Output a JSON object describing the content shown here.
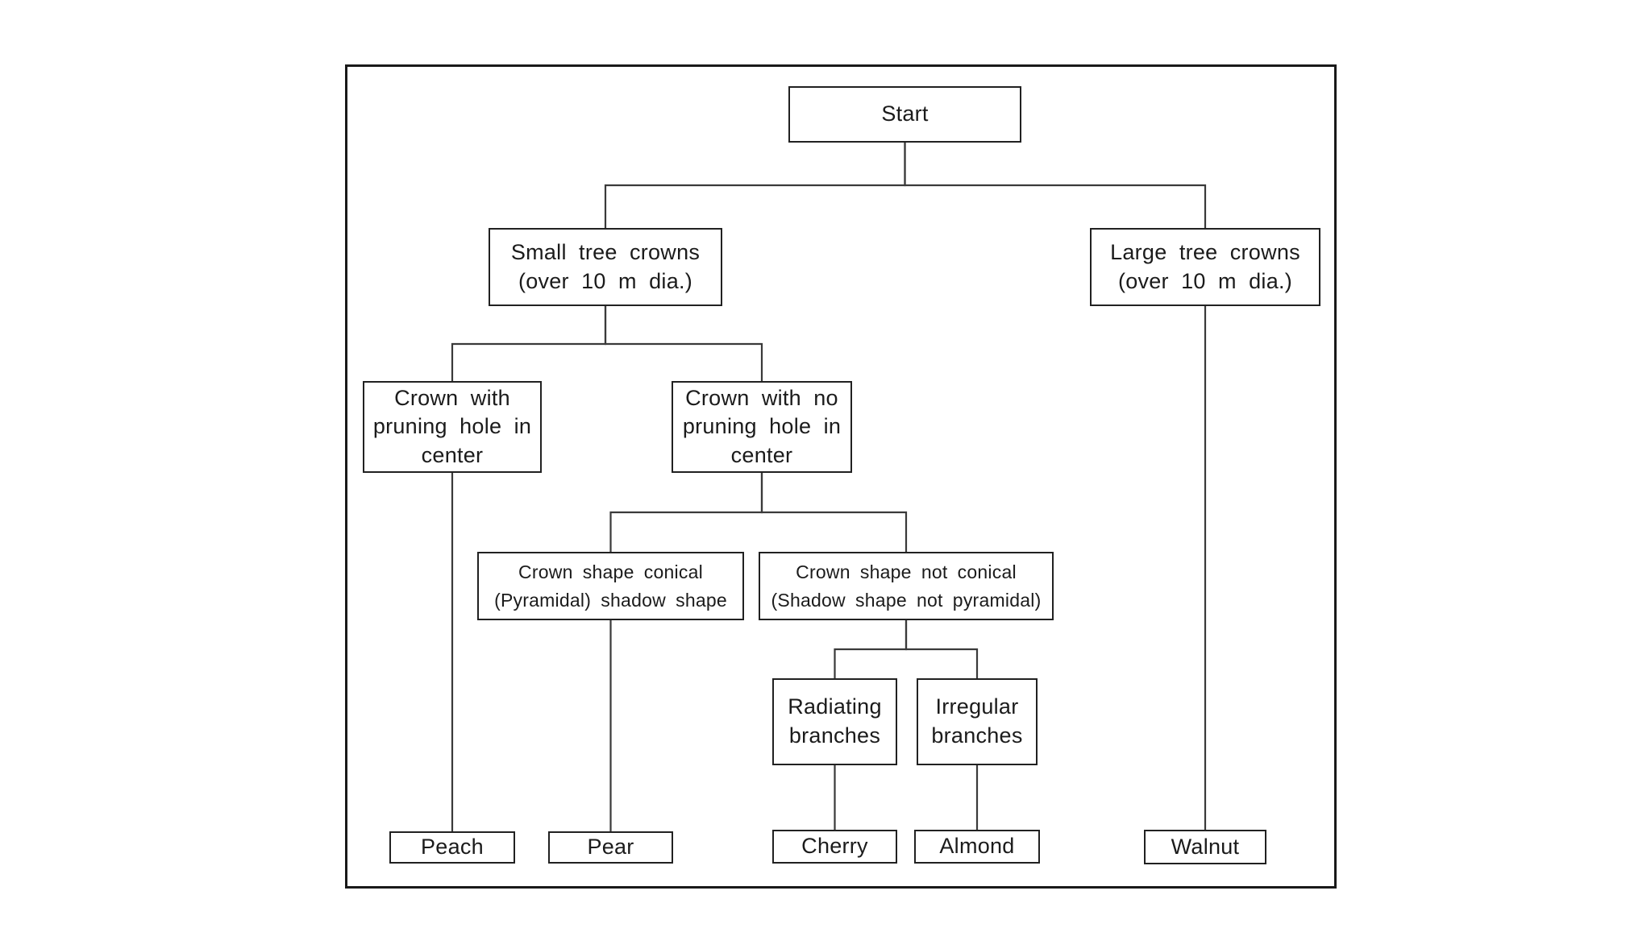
{
  "colors": {
    "ink": "#1b1b1b",
    "line": "#3a3a3a",
    "box_border": "#212121",
    "background": "#ffffff"
  },
  "diagram": {
    "type": "flowchart",
    "nodes": {
      "start": {
        "label": "Start"
      },
      "small_crowns": {
        "label": "Small tree crowns\n(over 10 m dia.)"
      },
      "large_crowns": {
        "label": "Large tree crowns\n(over 10 m dia.)"
      },
      "crown_hole": {
        "label": "Crown with\npruning hole in\ncenter"
      },
      "crown_no_hole": {
        "label": "Crown with no\npruning hole in\ncenter"
      },
      "conical": {
        "label": "Crown shape conical\n(Pyramidal) shadow shape"
      },
      "not_conical": {
        "label": "Crown shape not conical\n(Shadow shape not pyramidal)"
      },
      "radiating": {
        "label": "Radiating\nbranches"
      },
      "irregular": {
        "label": "Irregular\nbranches"
      },
      "peach": {
        "label": "Peach"
      },
      "pear": {
        "label": "Pear"
      },
      "cherry": {
        "label": "Cherry"
      },
      "almond": {
        "label": "Almond"
      },
      "walnut": {
        "label": "Walnut"
      }
    },
    "edges": [
      {
        "from": "start",
        "to": "small_crowns"
      },
      {
        "from": "start",
        "to": "large_crowns"
      },
      {
        "from": "small_crowns",
        "to": "crown_hole"
      },
      {
        "from": "small_crowns",
        "to": "crown_no_hole"
      },
      {
        "from": "crown_hole",
        "to": "peach"
      },
      {
        "from": "crown_no_hole",
        "to": "conical"
      },
      {
        "from": "crown_no_hole",
        "to": "not_conical"
      },
      {
        "from": "conical",
        "to": "pear"
      },
      {
        "from": "not_conical",
        "to": "radiating"
      },
      {
        "from": "not_conical",
        "to": "irregular"
      },
      {
        "from": "radiating",
        "to": "cherry"
      },
      {
        "from": "irregular",
        "to": "almond"
      },
      {
        "from": "large_crowns",
        "to": "walnut"
      }
    ]
  }
}
